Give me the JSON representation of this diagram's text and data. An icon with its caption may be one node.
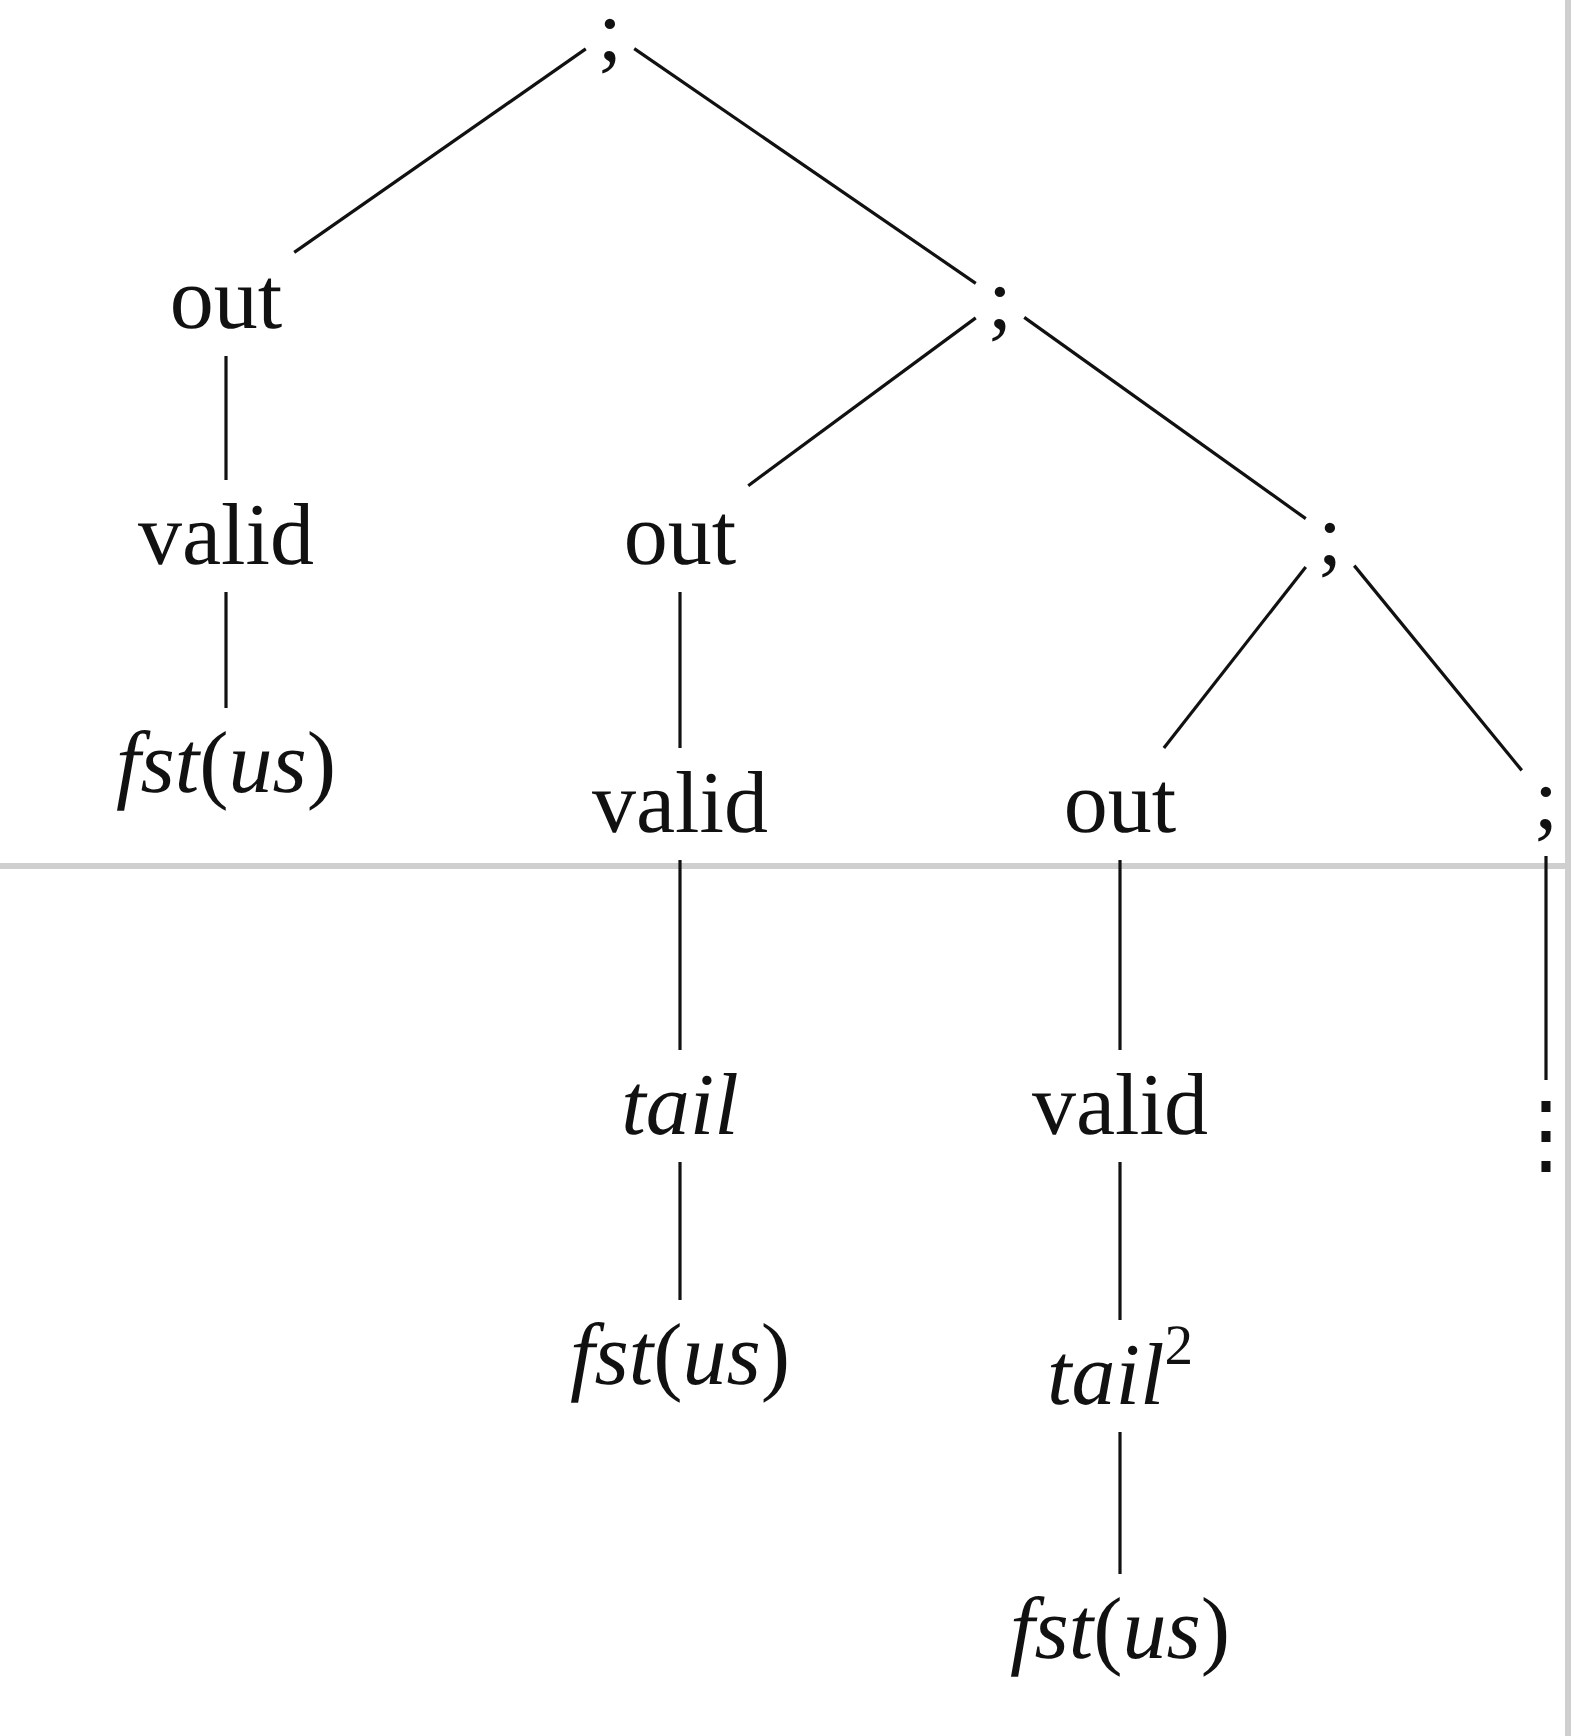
{
  "diagram": {
    "nodes": [
      {
        "text": [
          ";"
        ]
      },
      {
        "text": [
          "out"
        ]
      },
      {
        "text": [
          ";"
        ]
      },
      {
        "text": [
          "valid"
        ]
      },
      {
        "text": [
          "out"
        ]
      },
      {
        "text": [
          ";"
        ]
      },
      {
        "text": [
          "*fst*(*us*)"
        ]
      },
      {
        "text": [
          "valid"
        ]
      },
      {
        "text": [
          "out"
        ]
      },
      {
        "text": [
          ";"
        ]
      },
      {
        "text": [
          "*tail*"
        ]
      },
      {
        "text": [
          "valid"
        ]
      },
      {
        "text": [
          "⋮"
        ]
      },
      {
        "text": [
          "*fst*(*us*)"
        ]
      },
      {
        "text": [
          "*tail*$^{2}$"
        ]
      },
      {
        "text": [
          "*fst*(*us*)"
        ]
      }
    ],
    "edges": [
      {
        "from": 0,
        "to": 1,
        "arrow": "none"
      },
      {
        "from": 0,
        "to": 2,
        "arrow": "none"
      },
      {
        "from": 1,
        "to": 3,
        "arrow": "none"
      },
      {
        "from": 3,
        "to": 6,
        "arrow": "none"
      },
      {
        "from": 2,
        "to": 4,
        "arrow": "none"
      },
      {
        "from": 2,
        "to": 5,
        "arrow": "none"
      },
      {
        "from": 4,
        "to": 7,
        "arrow": "none"
      },
      {
        "from": 7,
        "to": 10,
        "arrow": "none"
      },
      {
        "from": 10,
        "to": 13,
        "arrow": "none"
      },
      {
        "from": 5,
        "to": 8,
        "arrow": "none"
      },
      {
        "from": 5,
        "to": 9,
        "arrow": "none"
      },
      {
        "from": 8,
        "to": 11,
        "arrow": "none"
      },
      {
        "from": 11,
        "to": 14,
        "arrow": "none"
      },
      {
        "from": 14,
        "to": 15,
        "arrow": "none"
      },
      {
        "from": 9,
        "to": 12,
        "arrow": "none"
      }
    ]
  }
}
